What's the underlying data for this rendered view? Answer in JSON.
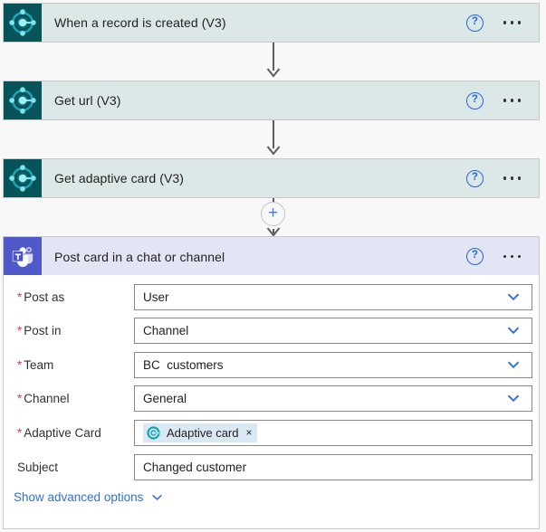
{
  "flow": {
    "steps": [
      {
        "id": "trigger",
        "title": "When a record is created (V3)",
        "connector": "common-data-service",
        "help_label": "?",
        "state": "collapsed"
      },
      {
        "id": "get-url",
        "title": "Get url (V3)",
        "connector": "common-data-service",
        "help_label": "?",
        "state": "collapsed"
      },
      {
        "id": "get-adaptive-card",
        "title": "Get adaptive card (V3)",
        "connector": "common-data-service",
        "help_label": "?",
        "state": "collapsed"
      },
      {
        "id": "post-card",
        "title": "Post card in a chat or channel",
        "connector": "microsoft-teams",
        "help_label": "?",
        "state": "expanded"
      }
    ],
    "add_step_label": "+"
  },
  "post_card_form": {
    "fields": [
      {
        "label": "Post as",
        "required": true,
        "control": "dropdown",
        "value": "User"
      },
      {
        "label": "Post in",
        "required": true,
        "control": "dropdown",
        "value": "Channel"
      },
      {
        "label": "Team",
        "required": true,
        "control": "dropdown",
        "value": "BC  customers"
      },
      {
        "label": "Channel",
        "required": true,
        "control": "dropdown",
        "value": "General"
      },
      {
        "label": "Adaptive Card",
        "required": true,
        "control": "token",
        "token_label": "Adaptive card",
        "token_remove": "×",
        "token_icon": "common-data-service-icon"
      },
      {
        "label": "Subject",
        "required": false,
        "control": "text",
        "value": "Changed customer"
      }
    ],
    "advanced_options_label": "Show advanced options"
  },
  "colors": {
    "cds_icon_bg": "#07535a",
    "cds_card_bg": "#dce7e7",
    "teams_icon_bg": "#5059c9",
    "teams_card_bg": "#e4e5f4",
    "accent_blue": "#2f6fd9",
    "required_red": "#d6395c",
    "canvas_bg": "#f8f8f8"
  }
}
